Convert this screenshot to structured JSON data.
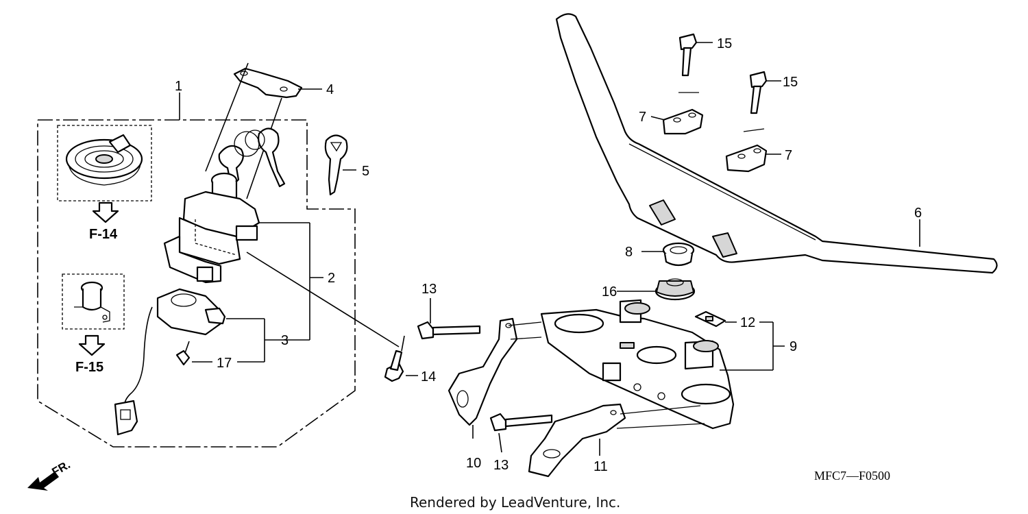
{
  "callouts": {
    "c1": "1",
    "c2": "2",
    "c3": "3",
    "c4": "4",
    "c5": "5",
    "c6": "6",
    "c7a": "7",
    "c7b": "7",
    "c8": "8",
    "c9": "9",
    "c10": "10",
    "c11": "11",
    "c12": "12",
    "c13a": "13",
    "c13b": "13",
    "c14": "14",
    "c15a": "15",
    "c15b": "15",
    "c16": "16",
    "c17": "17"
  },
  "refs": {
    "f14": "F-14",
    "f15": "F-15"
  },
  "front_label": "FR.",
  "diagram_code": "MFC7—F0500",
  "credit": "Rendered by LeadVenture, Inc."
}
